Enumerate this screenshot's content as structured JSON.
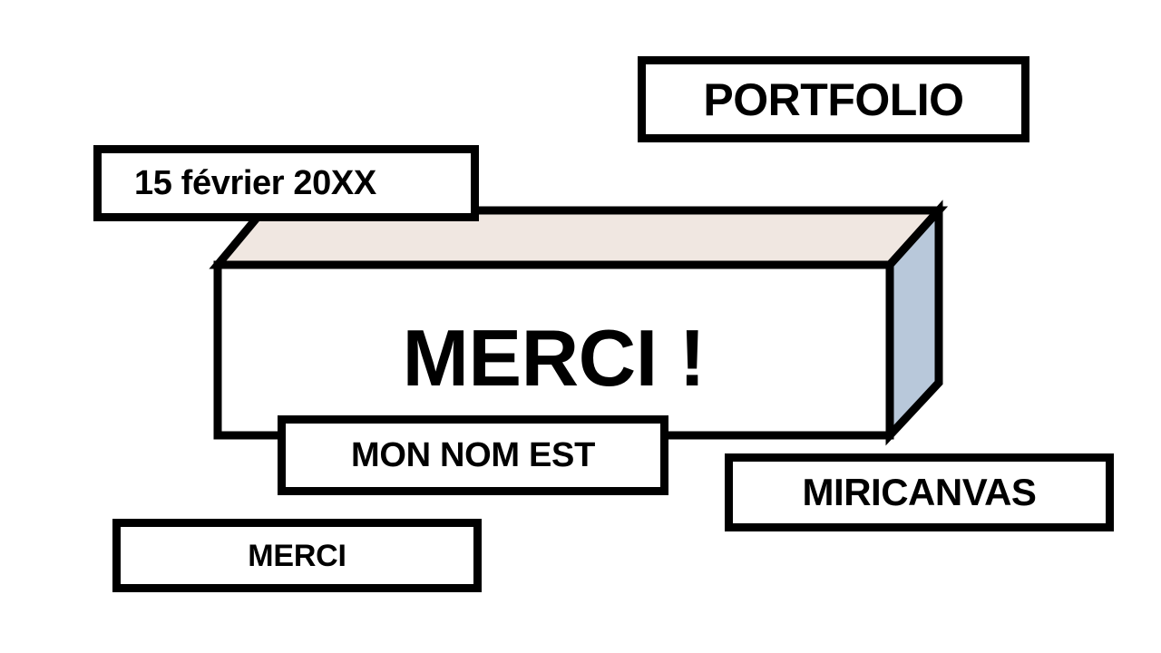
{
  "slide": {
    "title": "MERCI !",
    "background_color": "#ffffff",
    "ink_color": "#000000"
  },
  "headline": {
    "text": "MERCI !"
  },
  "plates": {
    "portfolio": {
      "label": "PORTFOLIO"
    },
    "date": {
      "label": "15 février 20XX"
    },
    "mon_nom_est": {
      "label": "MON NOM EST"
    },
    "miricanvas": {
      "label": "MIRICANVAS"
    },
    "merci_small": {
      "label": "MERCI"
    }
  },
  "box_3d": {
    "name": "isometric-rectangular-prism",
    "front_face_color": "#ffffff",
    "top_face_color": "#f0e7e1",
    "side_face_color": "#b8c8da",
    "outline_color": "#000000",
    "outline_width": 9
  }
}
